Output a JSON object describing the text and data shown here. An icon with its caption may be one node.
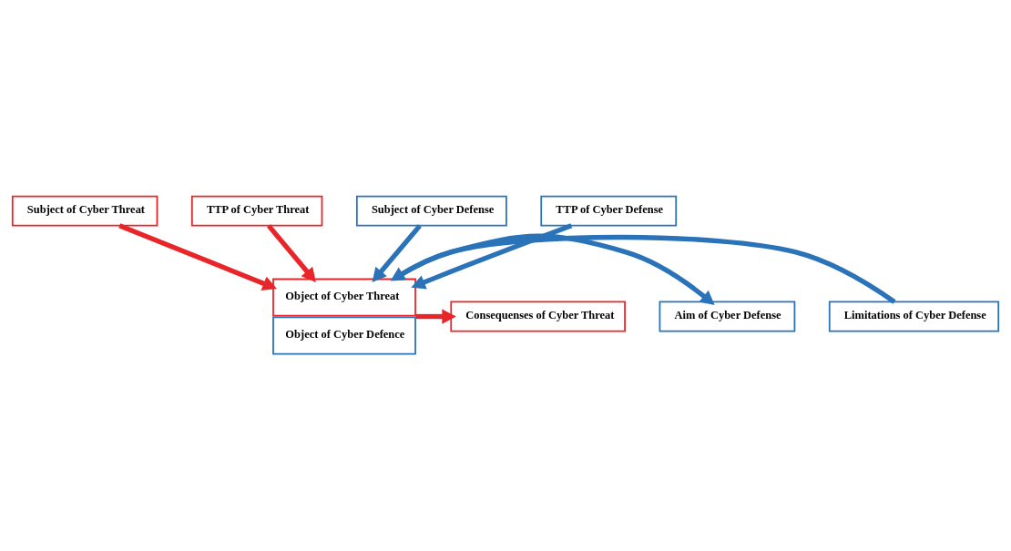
{
  "diagram": {
    "nodes": [
      {
        "text": [
          "Subject of Cyber Threat"
        ]
      },
      {
        "text": [
          "TTP of Cyber Threat"
        ]
      },
      {
        "text": [
          "Object of Cyber Threat",
          "Object of Cyber Defence"
        ]
      },
      {
        "text": [
          "Consequenses of Cyber Threat"
        ]
      },
      {
        "text": [
          "Aim of Cyber Defense"
        ]
      },
      {
        "text": [
          "Limitations of Cyber Defense"
        ]
      },
      {
        "text": [
          "Subject of Cyber Defense"
        ]
      },
      {
        "text": [
          "TTP of Cyber Defense"
        ]
      }
    ],
    "edges": [
      {
        "from": 0,
        "to": 2,
        "arrow": "to",
        "color": "#e8262a"
      },
      {
        "from": 1,
        "to": 2,
        "arrow": "to",
        "color": "#e8262a"
      },
      {
        "from": 2,
        "to": 3,
        "arrow": "to",
        "color": "#e8262a"
      },
      {
        "from": 2,
        "to": 4,
        "arrow": "to"
      },
      {
        "from": 5,
        "to": 2,
        "arrow": "to"
      },
      {
        "from": 6,
        "to": 2,
        "arrow": "to"
      },
      {
        "from": 7,
        "to": 2,
        "arrow": "to"
      }
    ]
  }
}
